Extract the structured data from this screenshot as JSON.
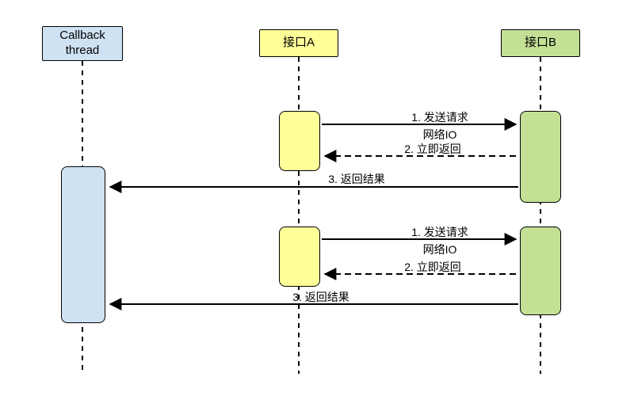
{
  "diagram_type": "sequence-diagram",
  "colors": {
    "callback_fill": "#cfe2f3",
    "interface_a_fill": "#ffff99",
    "interface_b_fill": "#c3e095",
    "border": "#000000",
    "background": "#ffffff"
  },
  "lifelines": [
    {
      "id": "callback-thread",
      "label": "Callback thread",
      "line1": "Callback",
      "line2": "thread"
    },
    {
      "id": "interface-a",
      "label": "接口A"
    },
    {
      "id": "interface-b",
      "label": "接口B"
    }
  ],
  "messages": [
    {
      "seq": 1,
      "text": "1. 发送请求",
      "text2": "网络IO",
      "style": "solid",
      "from": "interface-a",
      "to": "interface-b"
    },
    {
      "seq": 2,
      "text": "2. 立即返回",
      "style": "dashed",
      "from": "interface-b",
      "to": "interface-a"
    },
    {
      "seq": 3,
      "text": "3. 返回结果",
      "style": "solid",
      "from": "interface-b",
      "to": "callback-thread"
    },
    {
      "seq": 4,
      "text": "1. 发送请求",
      "text2": "网络IO",
      "style": "solid",
      "from": "interface-a",
      "to": "interface-b"
    },
    {
      "seq": 5,
      "text": "2. 立即返回",
      "style": "dashed",
      "from": "interface-b",
      "to": "interface-a"
    },
    {
      "seq": 6,
      "text": "3. 返回结果",
      "style": "solid",
      "from": "interface-b",
      "to": "callback-thread"
    }
  ]
}
